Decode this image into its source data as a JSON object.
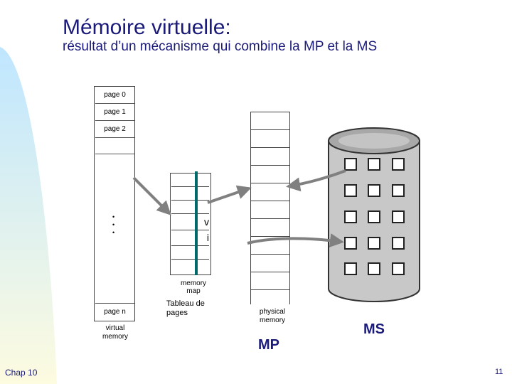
{
  "slide": {
    "title": "Mémoire virtuelle:",
    "subtitle": "résultat d’un mécanisme qui combine la MP et la MS"
  },
  "virtual_memory": {
    "pages": [
      "page 0",
      "page 1",
      "page 2"
    ],
    "ellipsis": "•\n•\n•",
    "last_page": "page n",
    "caption": "virtual\nmemory"
  },
  "memory_map": {
    "flags": [
      "v",
      "i"
    ],
    "caption": "memory\nmap",
    "annotation": "Tableau de\npages"
  },
  "physical_memory": {
    "caption": "physical\nmemory",
    "label": "MP"
  },
  "secondary_memory": {
    "label": "MS"
  },
  "footer": {
    "chapter": "Chap 10",
    "page_number": "11"
  },
  "colors": {
    "title": "#1a1a7a",
    "accent_bar": "#006a6a",
    "arrow": "#808080",
    "disk_fill": "#c8c8c8"
  }
}
